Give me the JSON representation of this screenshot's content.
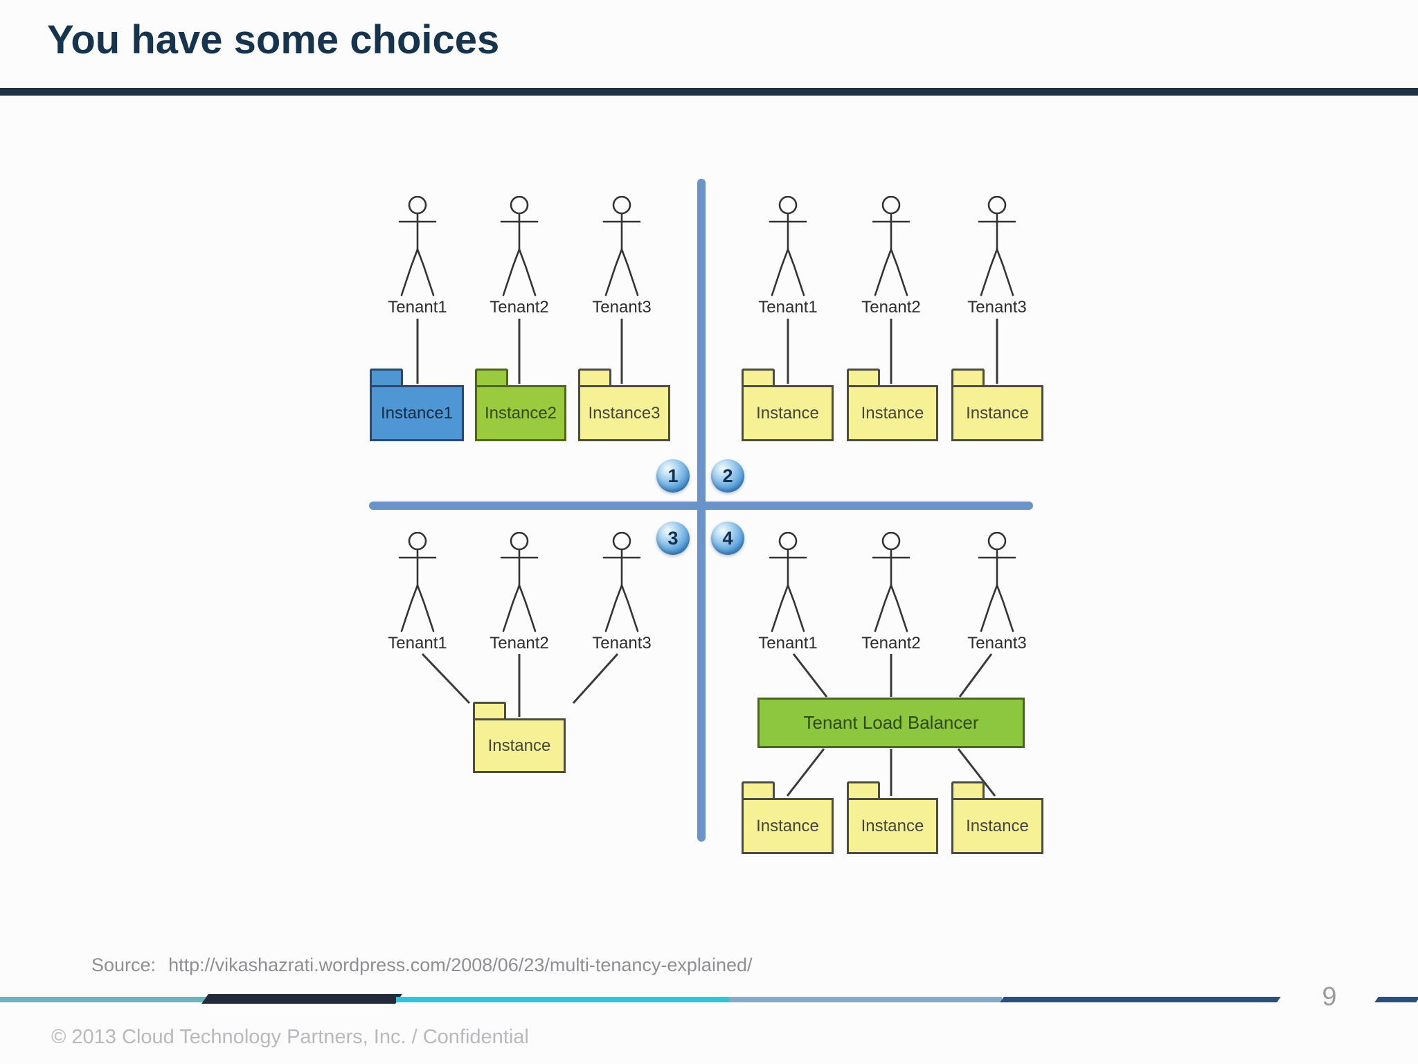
{
  "slide": {
    "title": "You have some choices",
    "source_label": "Source:",
    "source_url": "http://vikashazrati.wordpress.com/2008/06/23/multi-tenancy-explained/",
    "footer": "© 2013 Cloud Technology Partners, Inc.  /  Confidential",
    "page_number": "9"
  },
  "diagram": {
    "badges": [
      "1",
      "2",
      "3",
      "4"
    ],
    "quadrants": [
      {
        "id": "1",
        "tenants": [
          "Tenant1",
          "Tenant2",
          "Tenant3"
        ],
        "instances": [
          "Instance1",
          "Instance2",
          "Instance3"
        ]
      },
      {
        "id": "2",
        "tenants": [
          "Tenant1",
          "Tenant2",
          "Tenant3"
        ],
        "instances": [
          "Instance",
          "Instance",
          "Instance"
        ]
      },
      {
        "id": "3",
        "tenants": [
          "Tenant1",
          "Tenant2",
          "Tenant3"
        ],
        "instances": [
          "Instance"
        ]
      },
      {
        "id": "4",
        "tenants": [
          "Tenant1",
          "Tenant2",
          "Tenant3"
        ],
        "load_balancer": "Tenant Load Balancer",
        "instances": [
          "Instance",
          "Instance",
          "Instance"
        ]
      }
    ],
    "colors": {
      "title_navy": "#17344f",
      "header_rule": "#203343",
      "cross_blue": "#6a93ca",
      "badge_blue": "#3d85c4",
      "folder_yellow": "#f5f194",
      "folder_blue": "#4f97d4",
      "folder_green": "#9aca3e",
      "load_balancer_green": "#8dc63f",
      "footer_segments": [
        "#6ab5b9",
        "#232a39",
        "#33c2de",
        "#8ba9c7",
        "#2d4e78"
      ]
    }
  }
}
